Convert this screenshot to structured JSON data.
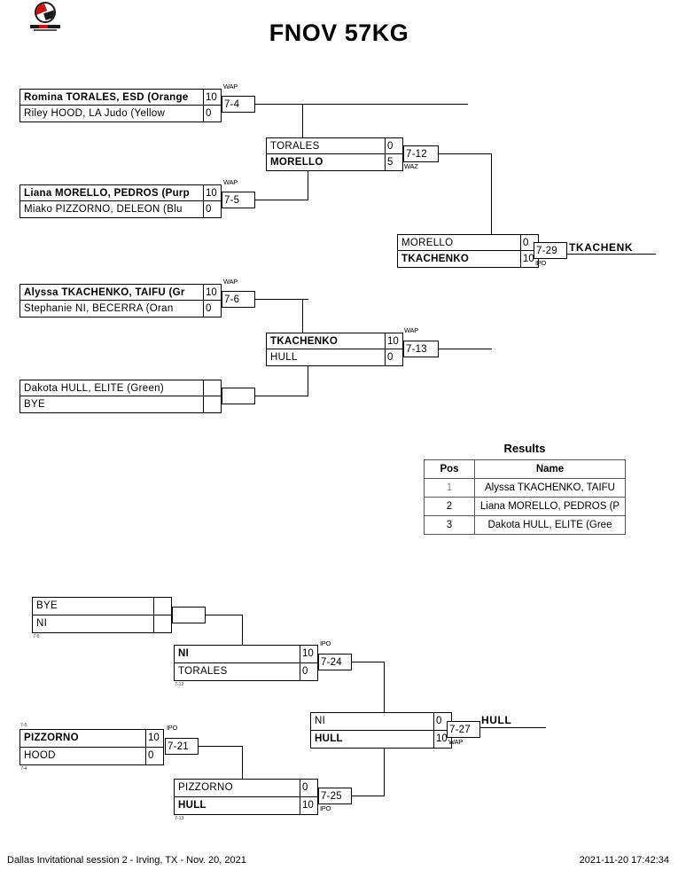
{
  "document": {
    "title": "FNOV 57KG",
    "logo_alt": "judo-tournament-logo"
  },
  "footer": {
    "event": "Dallas Invitational session 2 - Irving, TX - Nov. 20, 2021",
    "generated": "2021-11-20 17:42:34"
  },
  "main_bracket": {
    "round1": [
      {
        "top": {
          "name": "Romina TORALES, ESD (Orange",
          "score": "10",
          "winner": true
        },
        "bottom": {
          "name": "Riley HOOD, LA Judo (Yellow",
          "score": "0",
          "winner": false
        },
        "fight": "7-4",
        "victory": "WAP"
      },
      {
        "top": {
          "name": "Liana MORELLO, PEDROS (Purp",
          "score": "10",
          "winner": true
        },
        "bottom": {
          "name": "Miako PIZZORNO, DELEON (Blu",
          "score": "0",
          "winner": false
        },
        "fight": "7-5",
        "victory": "WAP"
      },
      {
        "top": {
          "name": "Alyssa TKACHENKO, TAIFU (Gr",
          "score": "10",
          "winner": true
        },
        "bottom": {
          "name": "Stephanie NI, BECERRA (Oran",
          "score": "0",
          "winner": false
        },
        "fight": "7-6",
        "victory": "WAP"
      },
      {
        "top": {
          "name": "Dakota HULL, ELITE (Green)",
          "score": "",
          "winner": false
        },
        "bottom": {
          "name": "BYE",
          "score": "",
          "winner": false
        },
        "fight": "",
        "victory": ""
      }
    ],
    "semifinals": [
      {
        "top": {
          "name": "TORALES",
          "score": "0",
          "winner": false
        },
        "bottom": {
          "name": "MORELLO",
          "score": "5",
          "winner": true
        },
        "fight": "7-12",
        "victory": "WAZ"
      },
      {
        "top": {
          "name": "TKACHENKO",
          "score": "10",
          "winner": true
        },
        "bottom": {
          "name": "HULL",
          "score": "0",
          "winner": false
        },
        "fight": "7-13",
        "victory": "WAP"
      }
    ],
    "final": {
      "top": {
        "name": "MORELLO",
        "score": "0",
        "winner": false
      },
      "bottom": {
        "name": "TKACHENKO",
        "score": "10",
        "winner": true
      },
      "fight": "7-29",
      "victory": "IPO",
      "winner_name": "TKACHENK"
    }
  },
  "repechage_bracket": {
    "round1": [
      {
        "top": {
          "name": "BYE",
          "score": "",
          "winner": false
        },
        "bottom": {
          "name": "NI",
          "score": "",
          "winner": false
        },
        "fight": "",
        "victory": "",
        "ref_below": "7-6"
      },
      {
        "top": {
          "name": "PIZZORNO",
          "score": "10",
          "winner": true
        },
        "bottom": {
          "name": "HOOD",
          "score": "0",
          "winner": false
        },
        "fight": "7-21",
        "victory": "IPO",
        "ref_above": "7-5",
        "ref_below": "7-4"
      }
    ],
    "round2": [
      {
        "top": {
          "name": "NI",
          "score": "10",
          "winner": true
        },
        "bottom": {
          "name": "TORALES",
          "score": "0",
          "winner": false
        },
        "fight": "7-24",
        "victory": "IPO",
        "ref_below": "7-12"
      },
      {
        "top": {
          "name": "PIZZORNO",
          "score": "0",
          "winner": false
        },
        "bottom": {
          "name": "HULL",
          "score": "10",
          "winner": true
        },
        "fight": "7-25",
        "victory": "IPO",
        "ref_below": "7-13"
      }
    ],
    "final": {
      "top": {
        "name": "NI",
        "score": "0",
        "winner": false
      },
      "bottom": {
        "name": "HULL",
        "score": "10",
        "winner": true
      },
      "fight": "7-27",
      "victory": "WAP",
      "winner_name": "HULL"
    }
  },
  "results": {
    "title": "Results",
    "headers": [
      "Pos",
      "Name"
    ],
    "rows": [
      {
        "pos": "1",
        "name": "Alyssa TKACHENKO, TAIFU"
      },
      {
        "pos": "2",
        "name": "Liana MORELLO, PEDROS (P"
      },
      {
        "pos": "3",
        "name": "Dakota HULL, ELITE (Gree"
      }
    ]
  }
}
